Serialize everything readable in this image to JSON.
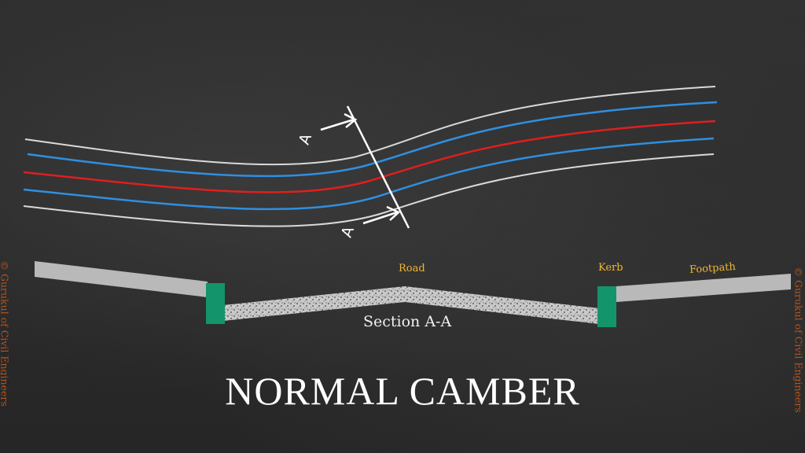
{
  "title": "NORMAL CAMBER",
  "section_label": "Section A-A",
  "section_marker": "A",
  "labels": {
    "road": "Road",
    "kerb": "Kerb",
    "footpath": "Footpath"
  },
  "copyright": "© Gurukul of Civil Engineers",
  "colors": {
    "road_edge": "#d9d9d9",
    "lane_line": "#2f8fe0",
    "center_line": "#e01e1e",
    "kerb": "#14946a",
    "footpath": "#b9b9b9",
    "label_accent": "#f2b632",
    "watermark": "#b5541f"
  }
}
